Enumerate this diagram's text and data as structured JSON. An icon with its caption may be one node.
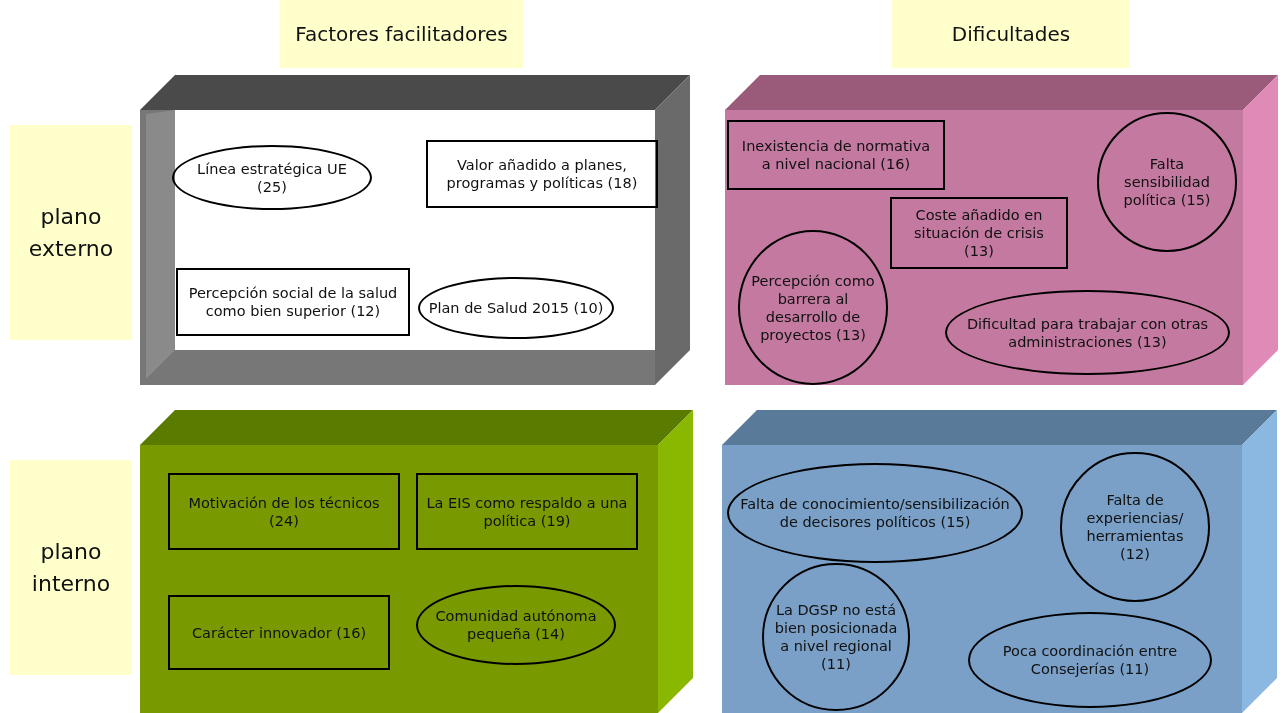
{
  "diagram": {
    "nodes": [
      {
        "text": [
          "Factores facilitadores"
        ]
      },
      {
        "text": [
          "Dificultades"
        ]
      },
      {
        "text": [
          "plano externo"
        ]
      },
      {
        "text": [],
        "shape": "box"
      },
      {
        "text": [
          "Línea estratégica UE (25)"
        ],
        "in": 3
      },
      {
        "text": [
          "Valor añadido a planes, programas y políticas (18)"
        ],
        "in": 3
      },
      {
        "text": [
          "Percepción social de la salud como bien superior (12)"
        ],
        "in": 3
      },
      {
        "text": [
          "Plan de Salud 2015 (10)"
        ],
        "in": 3
      },
      {
        "text": [],
        "shape": "box"
      },
      {
        "text": [
          "Inexistencia de normativa a nivel nacional (16)"
        ],
        "in": 8
      },
      {
        "text": [
          "Falta sensibilidad política (15)"
        ],
        "in": 8
      },
      {
        "text": [
          "Coste añadido en situación de crisis (13)"
        ],
        "in": 8
      },
      {
        "text": [
          "Percepción como barrera al desarrollo de proyectos (13)"
        ],
        "in": 8
      },
      {
        "text": [
          "Dificultad para trabajar con otras administraciones (13)"
        ],
        "in": 8
      },
      {
        "text": [
          "plano interno"
        ]
      },
      {
        "text": [],
        "shape": "box"
      },
      {
        "text": [
          "Motivación de los técnicos (24)"
        ],
        "in": 15
      },
      {
        "text": [
          "La EIS como respaldo a una política (19)"
        ],
        "in": 15
      },
      {
        "text": [
          "Carácter innovador (16)"
        ],
        "in": 15
      },
      {
        "text": [
          "Comunidad autónoma pequeña (14)"
        ],
        "in": 15
      },
      {
        "text": [],
        "shape": "box"
      },
      {
        "text": [
          "Falta de conocimiento/sensibilización de decisores políticos (15)"
        ],
        "in": 20
      },
      {
        "text": [
          "Falta de experiencias/ herramientas (12)"
        ],
        "in": 20
      },
      {
        "text": [
          "La DGSP no está bien posicionada a nivel regional (11)"
        ],
        "in": 20
      },
      {
        "text": [
          "Poca coordinación entre Consejerías (11)"
        ],
        "in": 20
      }
    ]
  }
}
